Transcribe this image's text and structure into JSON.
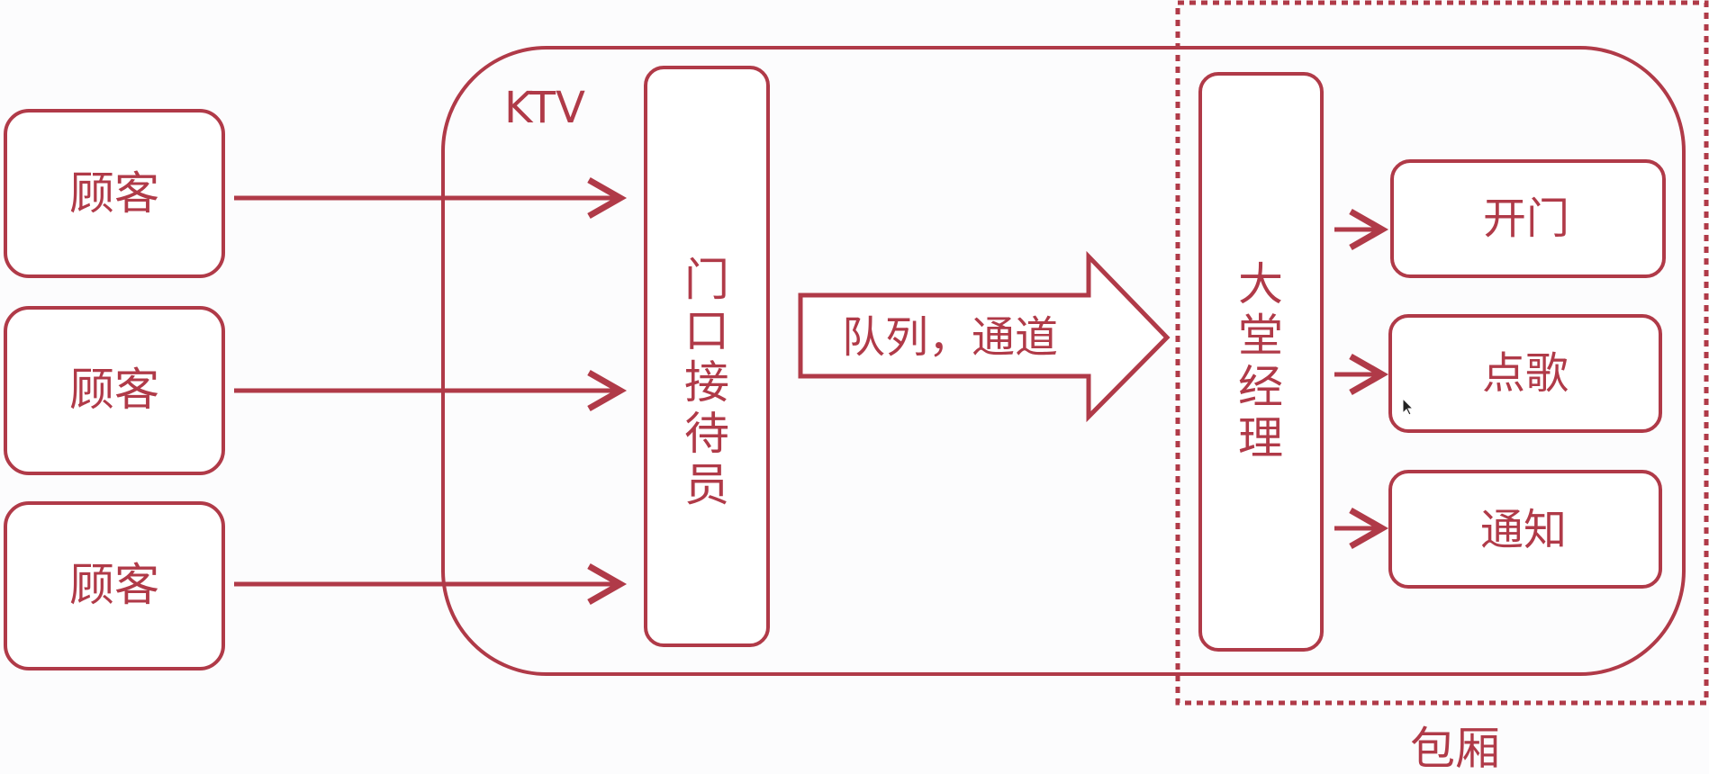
{
  "colors": {
    "accent": "#b03a48",
    "background": "#fcfcfd"
  },
  "customers": [
    "顾客",
    "顾客",
    "顾客"
  ],
  "ktv_label": "KTV",
  "receptionist": [
    "门",
    "口",
    "接",
    "待",
    "员"
  ],
  "channel_label": "队列，通道",
  "manager": [
    "大",
    "堂",
    "经",
    "理"
  ],
  "room_actions": [
    "开门",
    "点歌",
    "通知"
  ],
  "room_label": "包厢",
  "cursor_icon": "mouse-pointer-icon"
}
